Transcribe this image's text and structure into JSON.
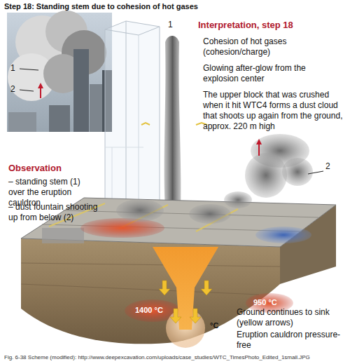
{
  "diagram": {
    "title": "Step 18: Standing stem due to cohesion of hot gases",
    "caption": "Fig. 6-38 Scheme (modified): http://www.deepexcavation.com/uploads/case_studies/WTC_TimesPhoto_Edited_1small.JPG",
    "labels": [
      "Interpretation, step 18",
      "Cohesion of hot gases (cohesion/charge)",
      "Glowing after-glow from the explosion center",
      "The upper block that was crushed when it hit WTC4 forms a dust cloud that shoots up again from the ground, approx. 220 m high",
      "1",
      "2",
      "Observation",
      "– standing stem (1) over the eruption cauldron",
      "– dust fountain shooting up from below (2)",
      "1",
      "2",
      "950 °C",
      "1400 °C",
      "°C",
      "Ground continues to sink (yellow arrows)",
      "Eruption cauldron pressure-free"
    ]
  }
}
